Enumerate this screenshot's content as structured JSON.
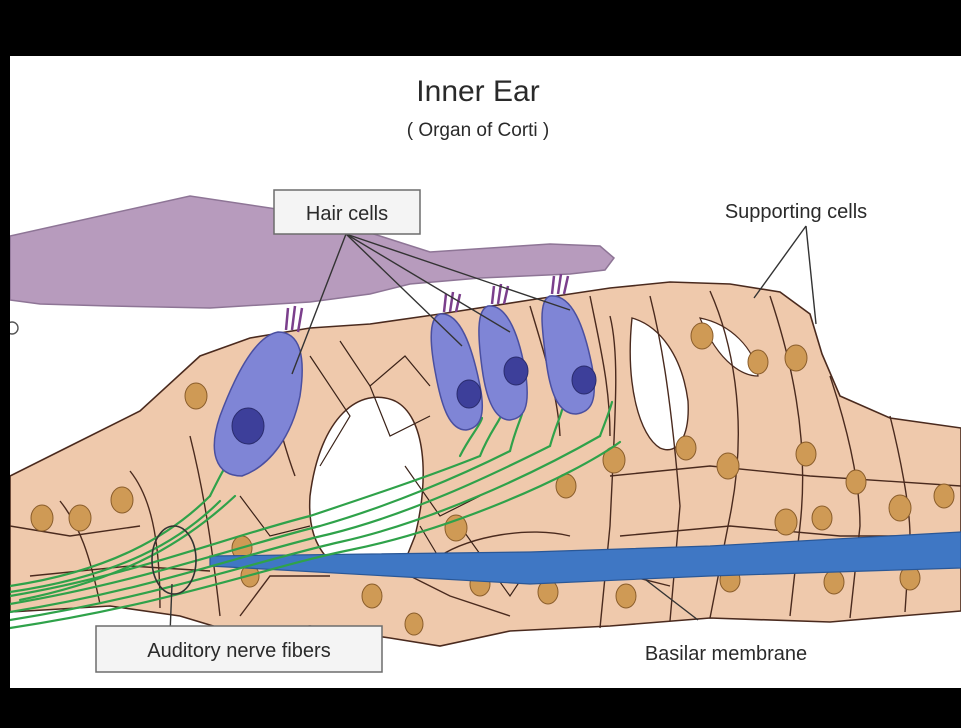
{
  "diagram": {
    "title": "Inner Ear",
    "subtitle": "( Organ of Corti )",
    "labels": {
      "hair_cells": "Hair cells",
      "supporting_cells": "Supporting cells",
      "auditory_nerve_fibers": "Auditory nerve fibers",
      "basilar_membrane": "Basilar membrane"
    }
  },
  "colors": {
    "tectorial_membrane": "#b79bbd",
    "supporting_tissue": "#efc9ac",
    "cell_outline": "#4a2a1e",
    "nucleus_fill": "#cf9a55",
    "hair_cell_body": "#7f85d6",
    "hair_cell_nucleus": "#3d3f9a",
    "nerve_fibers": "#2fa24a",
    "basilar_membrane": "#3f77c4",
    "letterbox": "#000000"
  }
}
